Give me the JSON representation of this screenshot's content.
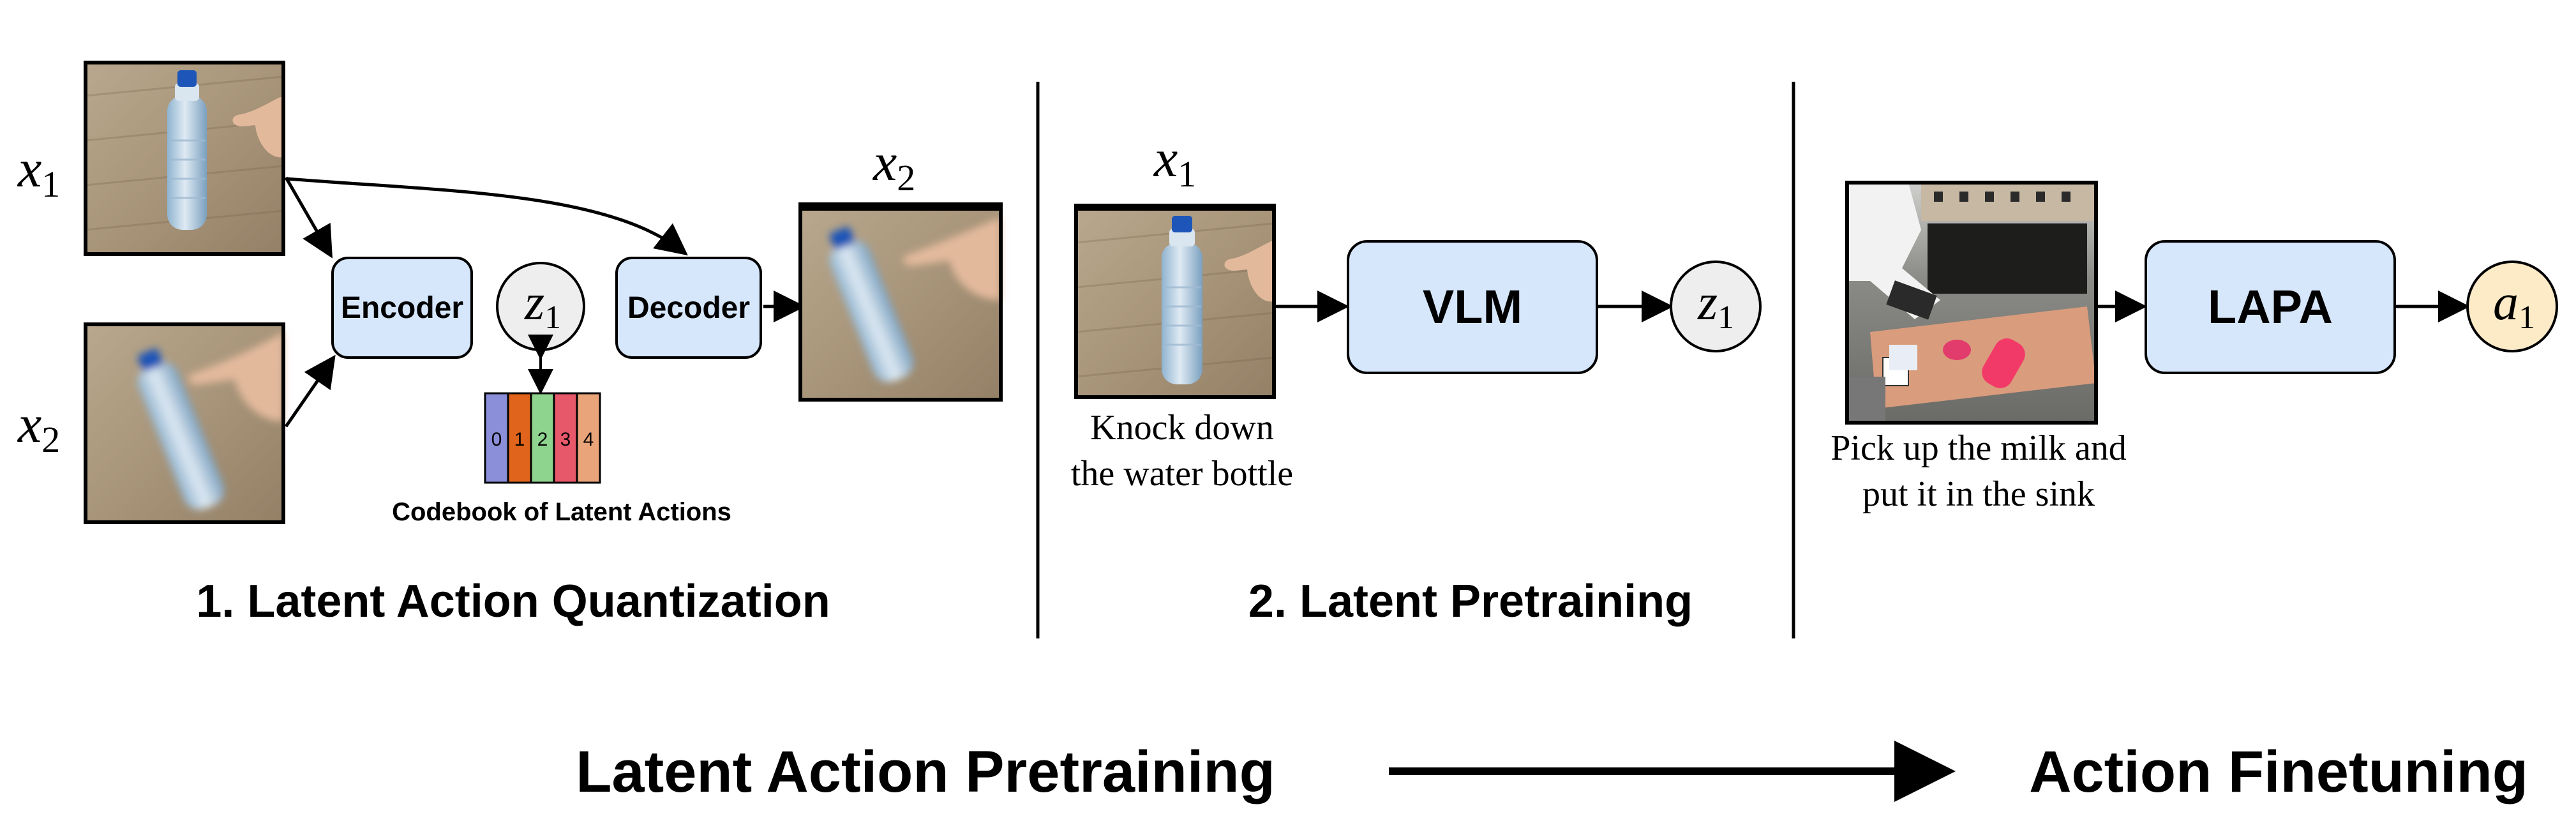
{
  "section1": {
    "input_x1_label": "x",
    "input_x1_sub": "1",
    "input_x2_label": "x",
    "input_x2_sub": "2",
    "encoder_label": "Encoder",
    "latent_label": "z",
    "latent_sub": "1",
    "decoder_label": "Decoder",
    "output_label": "x",
    "output_sub": "2",
    "codebook": {
      "cells": [
        "0",
        "1",
        "2",
        "3",
        "4"
      ],
      "colors": [
        "#8b8fd9",
        "#e0641b",
        "#8ed48f",
        "#e8586b",
        "#e9a47a"
      ],
      "caption": "Codebook of Latent Actions"
    },
    "title": "1. Latent Action Quantization"
  },
  "section2": {
    "input_label": "x",
    "input_sub": "1",
    "caption_line1": "Knock down",
    "caption_line2": "the water bottle",
    "model_label": "VLM",
    "output_label": "z",
    "output_sub": "1",
    "title": "2. Latent Pretraining"
  },
  "section3": {
    "caption_line1": "Pick up the milk and",
    "caption_line2": "put it in the sink",
    "model_label": "LAPA",
    "output_label": "a",
    "output_sub": "1"
  },
  "bottom": {
    "left_label": "Latent Action Pretraining",
    "right_label": "Action Finetuning"
  },
  "colors": {
    "box_fill": "#d6e6fb",
    "latent_fill": "#eeeeee",
    "action_fill": "#fdebc8",
    "stroke": "#000000"
  }
}
